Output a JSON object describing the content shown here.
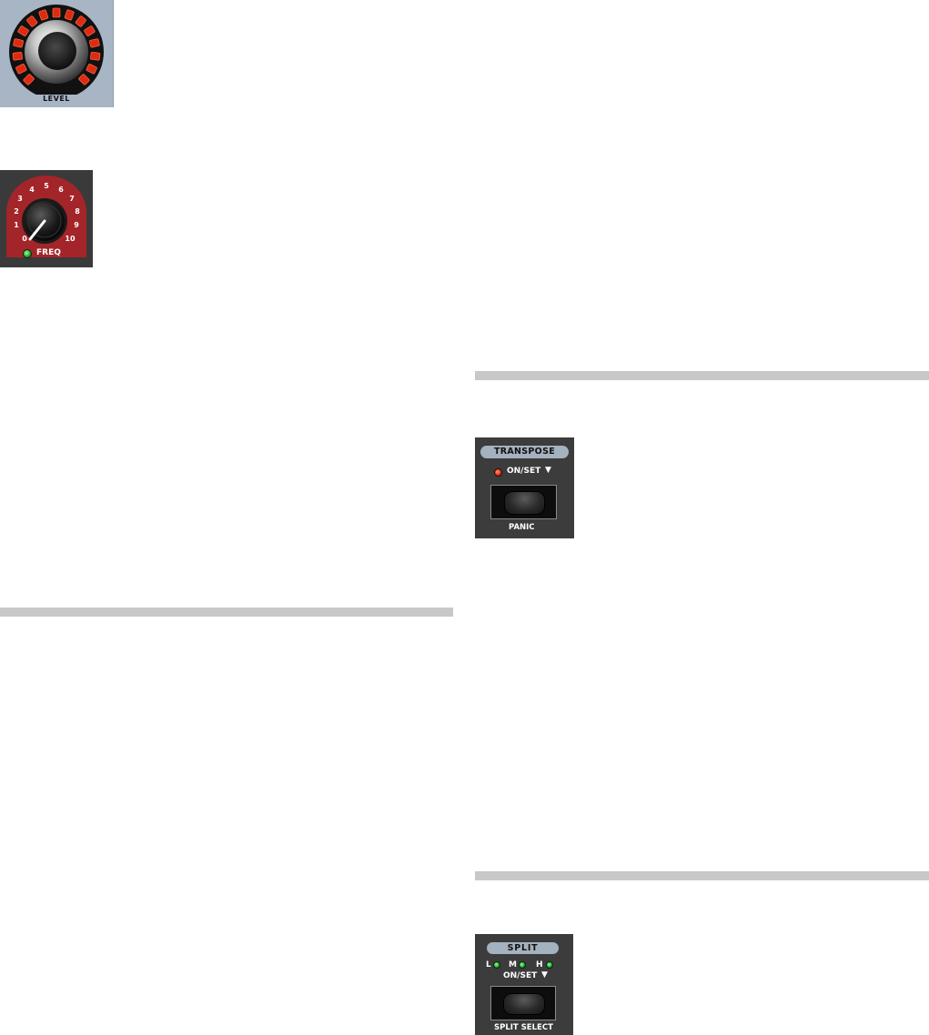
{
  "level_panel": {
    "label": "LEVEL",
    "led_count": 15,
    "lit_led_count": 15
  },
  "freq_panel": {
    "label": "FREQ",
    "scale": [
      "0",
      "1",
      "2",
      "3",
      "4",
      "5",
      "6",
      "7",
      "8",
      "9",
      "10"
    ],
    "knob_value": 0.5
  },
  "transpose_panel": {
    "title": "TRANSPOSE",
    "onset_label": "ON/SET",
    "button_label": "PANIC"
  },
  "split_panel": {
    "title": "SPLIT",
    "leds": [
      "L",
      "M",
      "H"
    ],
    "onset_label": "ON/SET",
    "button_label": "SPLIT SELECT"
  },
  "colors": {
    "level_bg": "#a7b5c4",
    "freq_arc": "#a3252a",
    "led_red": "#e02a10",
    "led_green": "#1fa02a",
    "panel_dark": "#3c3c3c"
  }
}
